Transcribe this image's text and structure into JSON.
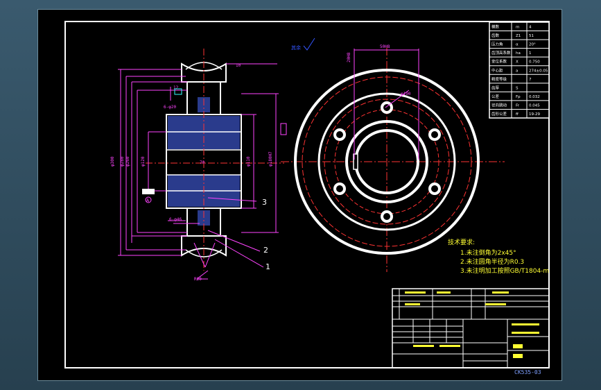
{
  "drawing": {
    "title_code": "CK535-03",
    "view_label": "A",
    "callouts": [
      "1",
      "2",
      "3"
    ],
    "roughness_mark": "其余",
    "tech_requirements": {
      "heading": "技术要求:",
      "items": [
        "1.未注倒角为2x45°",
        "2.未注圆角半径为R0.3",
        "3.未注明加工按照GB/T1804-m"
      ]
    },
    "gear_params": [
      {
        "name": "模数",
        "sym": "m",
        "val": "4"
      },
      {
        "name": "齿数",
        "sym": "Z1",
        "val": "51"
      },
      {
        "name": "压力角",
        "sym": "α",
        "val": "20°"
      },
      {
        "name": "齿顶高系数",
        "sym": "ha",
        "val": "1"
      },
      {
        "name": "变位系数",
        "sym": "X",
        "val": "0.750"
      },
      {
        "name": "中心距",
        "sym": "a",
        "val": "274±0.05"
      },
      {
        "name": "精度等级",
        "sym": "",
        "val": "7"
      },
      {
        "name": "齿厚",
        "sym": "S",
        "val": ""
      },
      {
        "name": "公差",
        "sym": "Fp",
        "val": "0.032"
      },
      {
        "name": "径向跳动",
        "sym": "Fr",
        "val": "0.045"
      },
      {
        "name": "齿形公差",
        "sym": "ff",
        "val": "19-29"
      }
    ],
    "dims": {
      "top_width": "50H8",
      "hole_note": "6-φ20",
      "left_note": "6-φ46",
      "center_dia": "φ190",
      "bore_note": "20H8"
    }
  },
  "colors": {
    "outline": "#ffffff",
    "dimension": "#ff44ff",
    "center": "#ff3333",
    "note": "#ffff33",
    "hatch": "#2a3b8c",
    "cyan": "#33ffff"
  }
}
